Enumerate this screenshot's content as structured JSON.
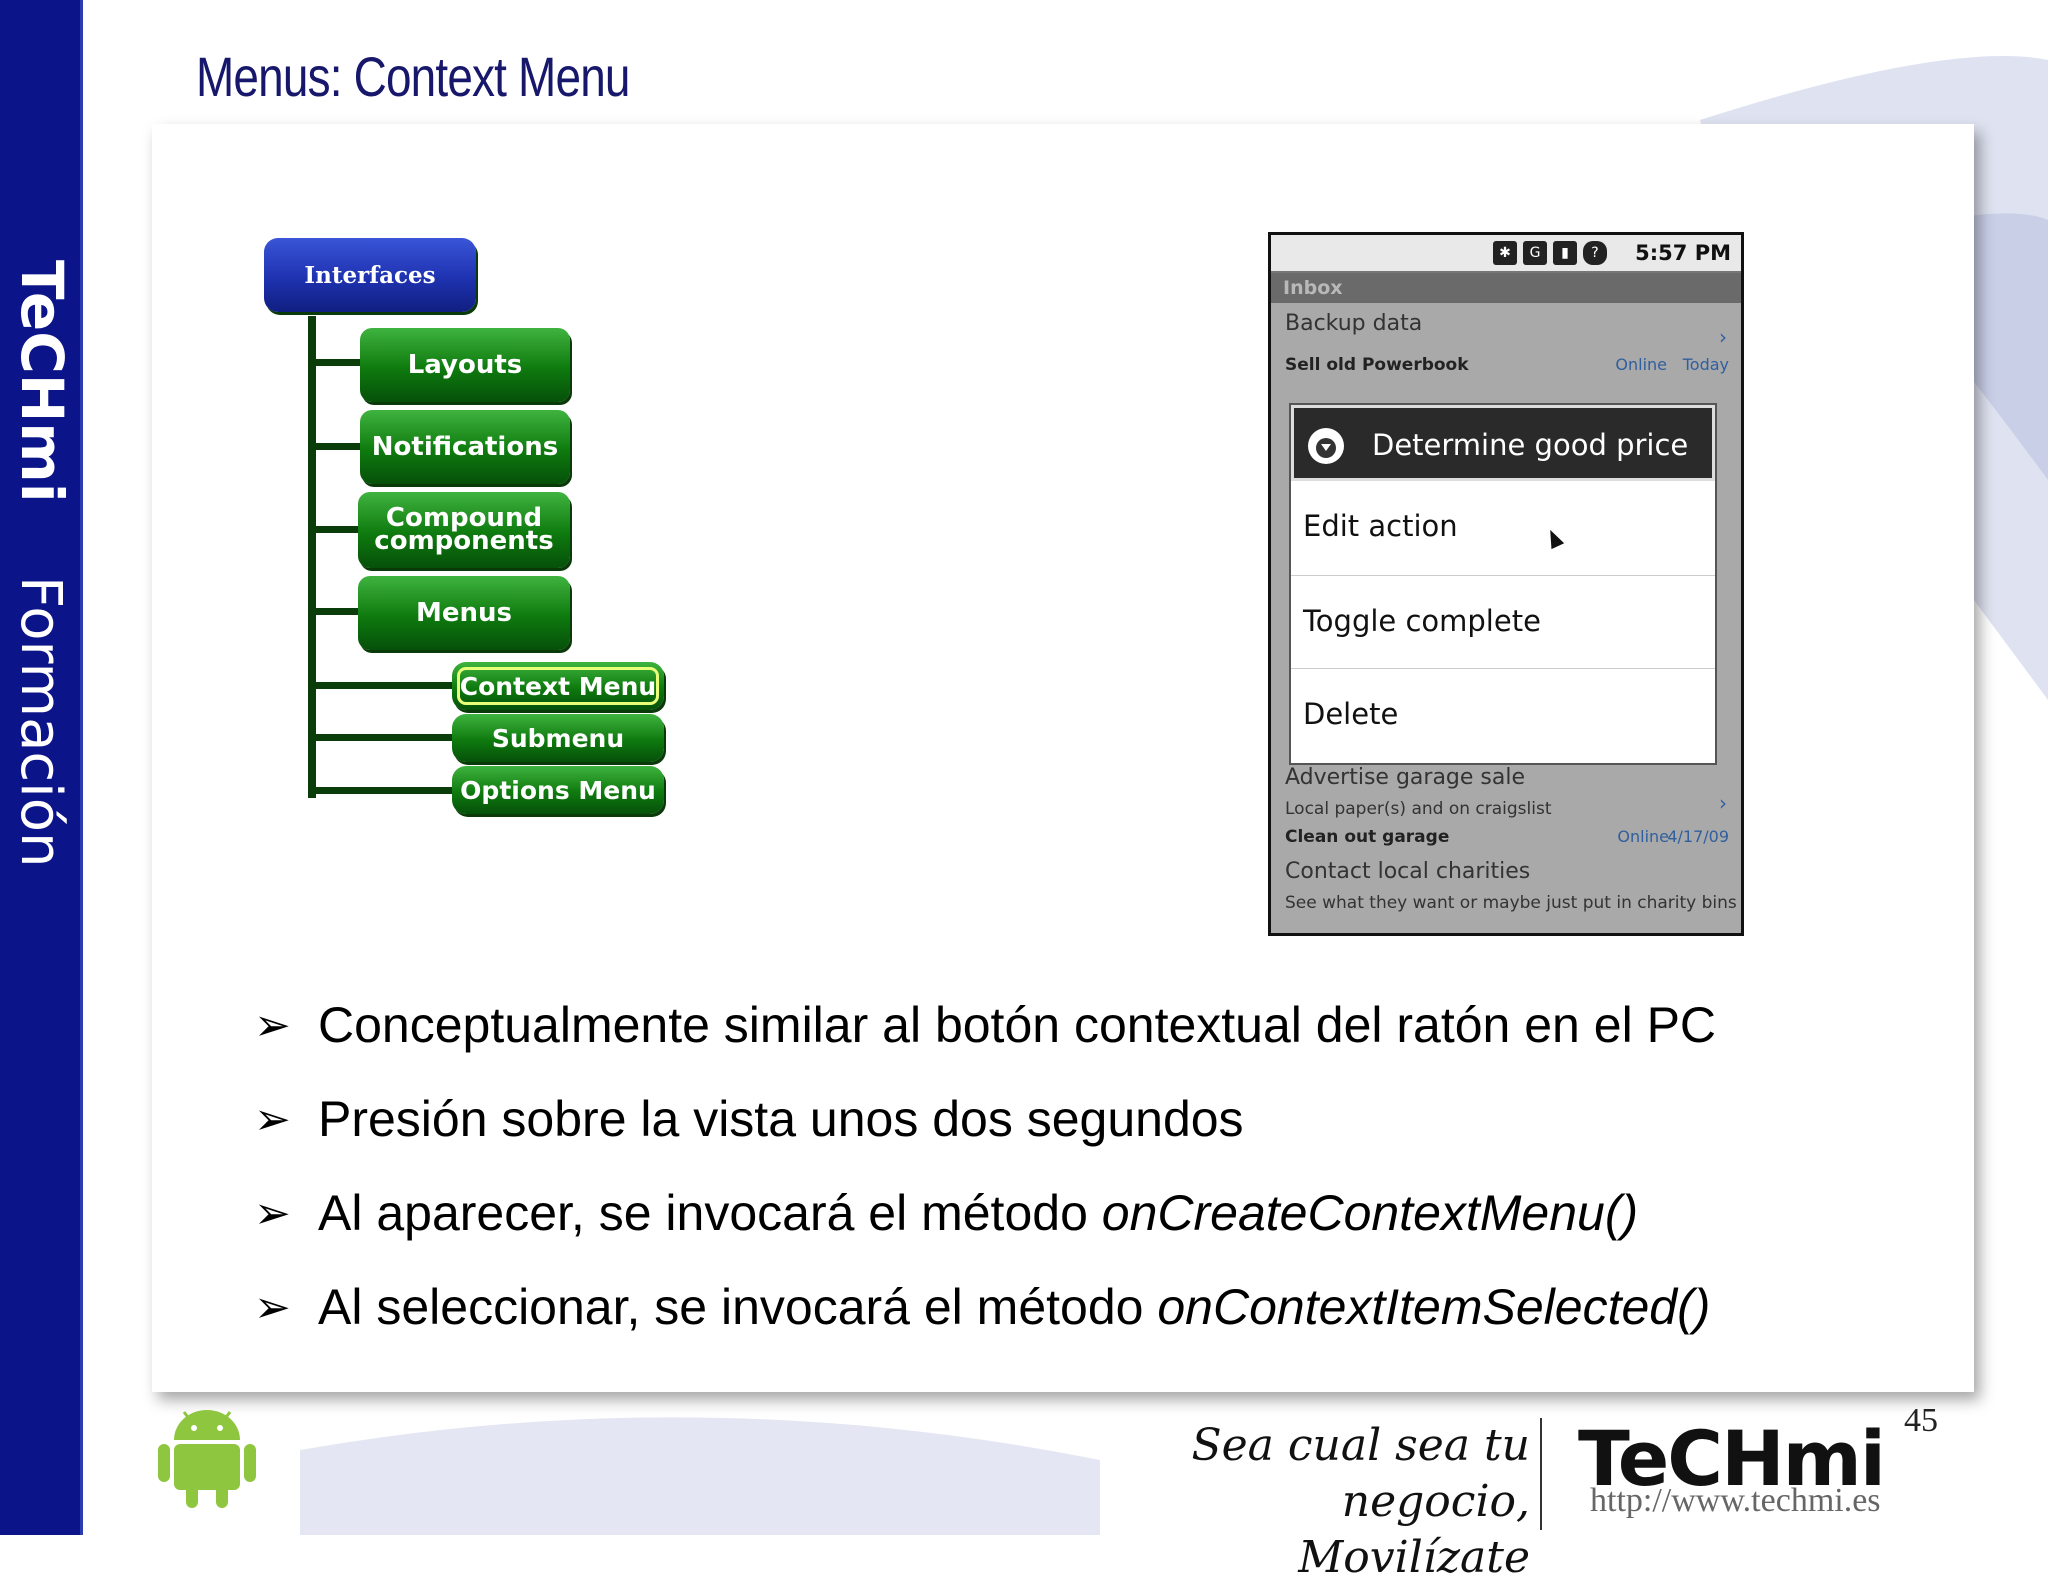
{
  "sidebar": {
    "brand": "TeCHmi",
    "label": "Formación",
    "background": "#0b1489"
  },
  "slide": {
    "title": "Menus: Context Menu",
    "page_number": "45"
  },
  "tree": {
    "root": "Interfaces",
    "children": [
      "Layouts",
      "Notifications",
      "Compound components",
      "Menus"
    ],
    "menus_children": [
      "Context Menu",
      "Submenu",
      "Options Menu"
    ],
    "selected": "Context Menu",
    "colors": {
      "root": "#1e32b0",
      "node": "#0e7a0e",
      "selected_outline": "#e8ff7a"
    }
  },
  "phone": {
    "status_time": "5:57 PM",
    "title": "Inbox",
    "rows_top": {
      "backup_title": "Backup data",
      "sell_bold": "Sell old Powerbook",
      "sell_status": "Online",
      "sell_date": "Today"
    },
    "context_menu": {
      "header_icon": "chevron-down-circle-icon",
      "title": "Determine good price",
      "items": [
        "Edit action",
        "Toggle complete",
        "Delete"
      ]
    },
    "rows_bottom": {
      "advertise_title": "Advertise garage sale",
      "advertise_sub": "Local paper(s) and on craigslist",
      "clean_bold": "Clean out garage",
      "clean_status": "Online",
      "clean_date": "4/17/09",
      "contact_title": "Contact local charities",
      "contact_sub": "See what they want or maybe just put in charity bins"
    }
  },
  "bullets": [
    {
      "text": "Conceptualmente similar al botón contextual del ratón en el PC",
      "italic": ""
    },
    {
      "text": "Presión sobre la vista unos dos segundos",
      "italic": ""
    },
    {
      "text": "Al aparecer, se invocará el método ",
      "italic": "onCreateContextMenu()"
    },
    {
      "text": "Al seleccionar, se invocará el método ",
      "italic": "onContextItemSelected()"
    }
  ],
  "footer": {
    "slogan_line1": "Sea cual sea tu negocio,",
    "slogan_line2": "Movilízate",
    "brand": "TeCHmi",
    "url": "http://www.techmi.es"
  }
}
